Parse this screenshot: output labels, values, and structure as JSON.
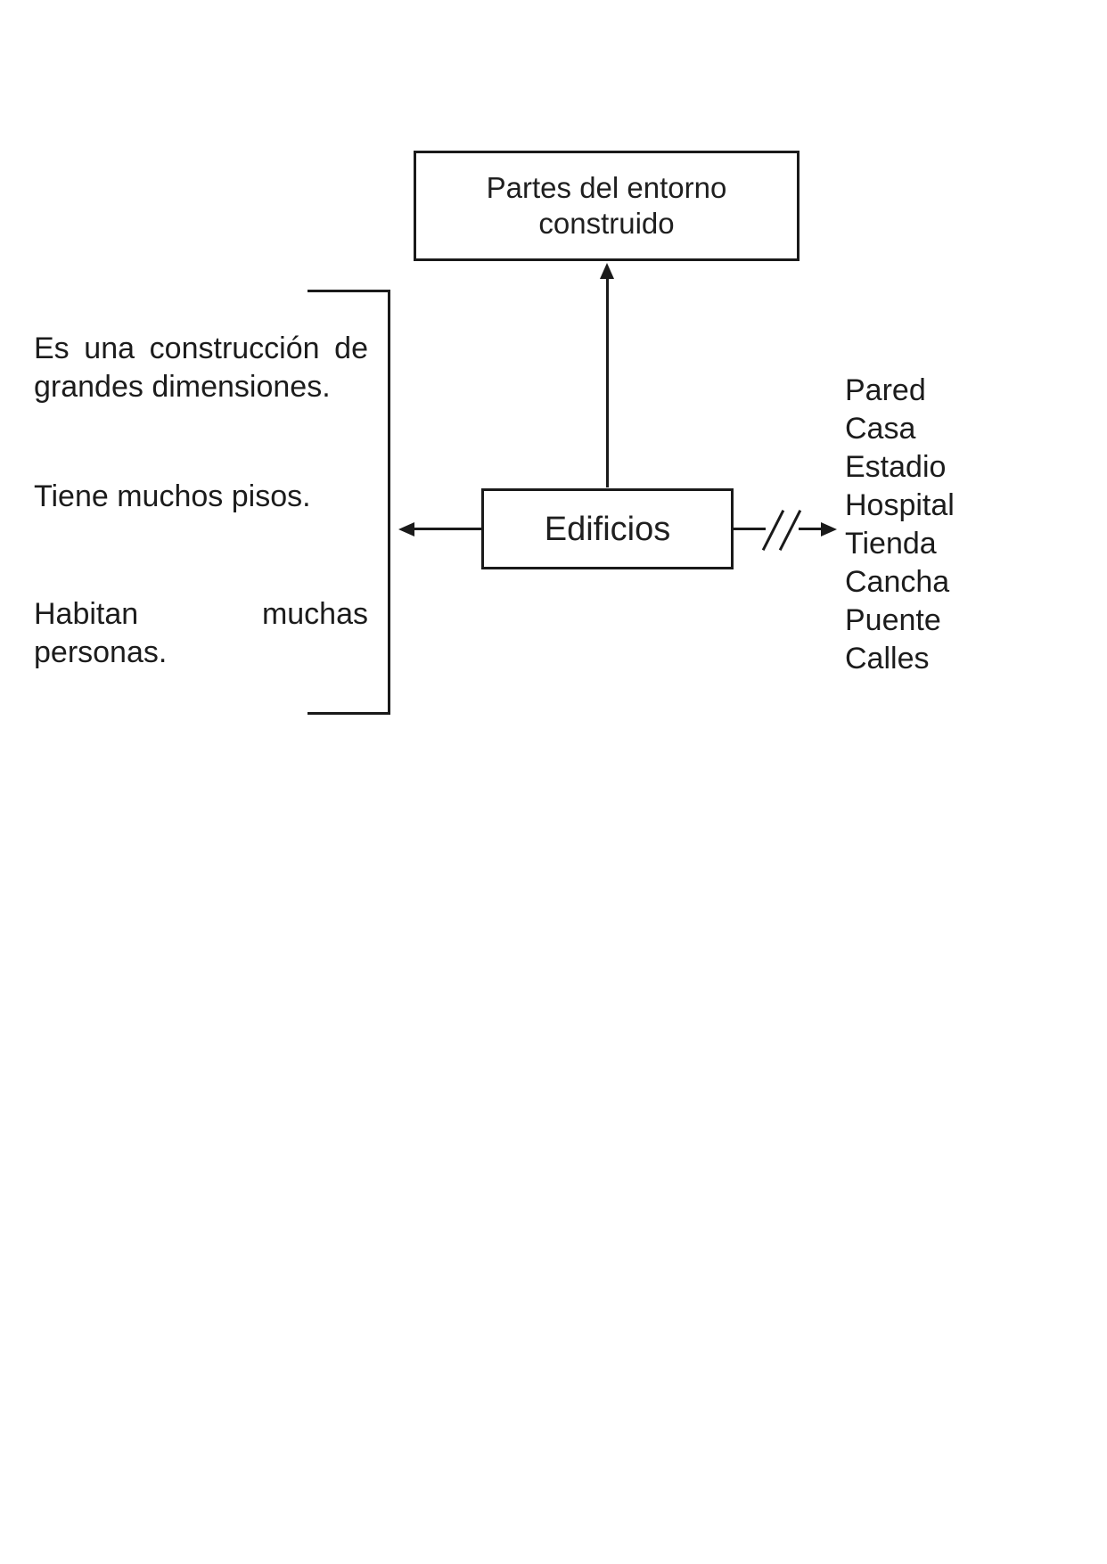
{
  "diagram": {
    "colors": {
      "ink": "#1a1a1a",
      "background": "#ffffff"
    },
    "top_box": {
      "line1": "Partes del entorno",
      "line2": "construido"
    },
    "center_box": {
      "label": "Edificios"
    },
    "left_notes": {
      "para1_line1": "Es una construcción de",
      "para1_line2": "grandes dimensiones.",
      "para2_line1": "Tiene muchos pisos.",
      "para3_line1": "Habitan muchas",
      "para3_line2": "personas."
    },
    "examples_list": {
      "items": [
        "Pared",
        "Casa",
        "Estadio",
        "Hospital",
        "Tienda",
        "Cancha",
        "Puente",
        "Calles"
      ]
    }
  }
}
